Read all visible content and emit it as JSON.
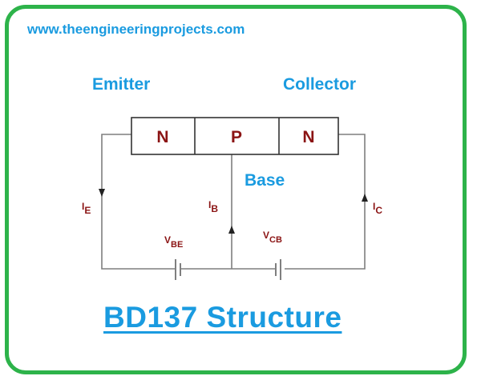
{
  "website": "www.theengineeringprojects.com",
  "labels": {
    "emitter": "Emitter",
    "collector": "Collector",
    "base": "Base"
  },
  "regions": [
    "N",
    "P",
    "N"
  ],
  "currents": {
    "ie": {
      "main": "I",
      "sub": "E"
    },
    "ib": {
      "main": "I",
      "sub": "B"
    },
    "ic": {
      "main": "I",
      "sub": "C"
    }
  },
  "voltages": {
    "vbe": {
      "main": "V",
      "sub": "BE"
    },
    "vcb": {
      "main": "V",
      "sub": "CB"
    }
  },
  "title": "BD137 Structure",
  "colors": {
    "frame": "#2db34a",
    "accent": "#1a9be0",
    "symbol": "#8b1414",
    "wire": "#7f7f7f"
  }
}
